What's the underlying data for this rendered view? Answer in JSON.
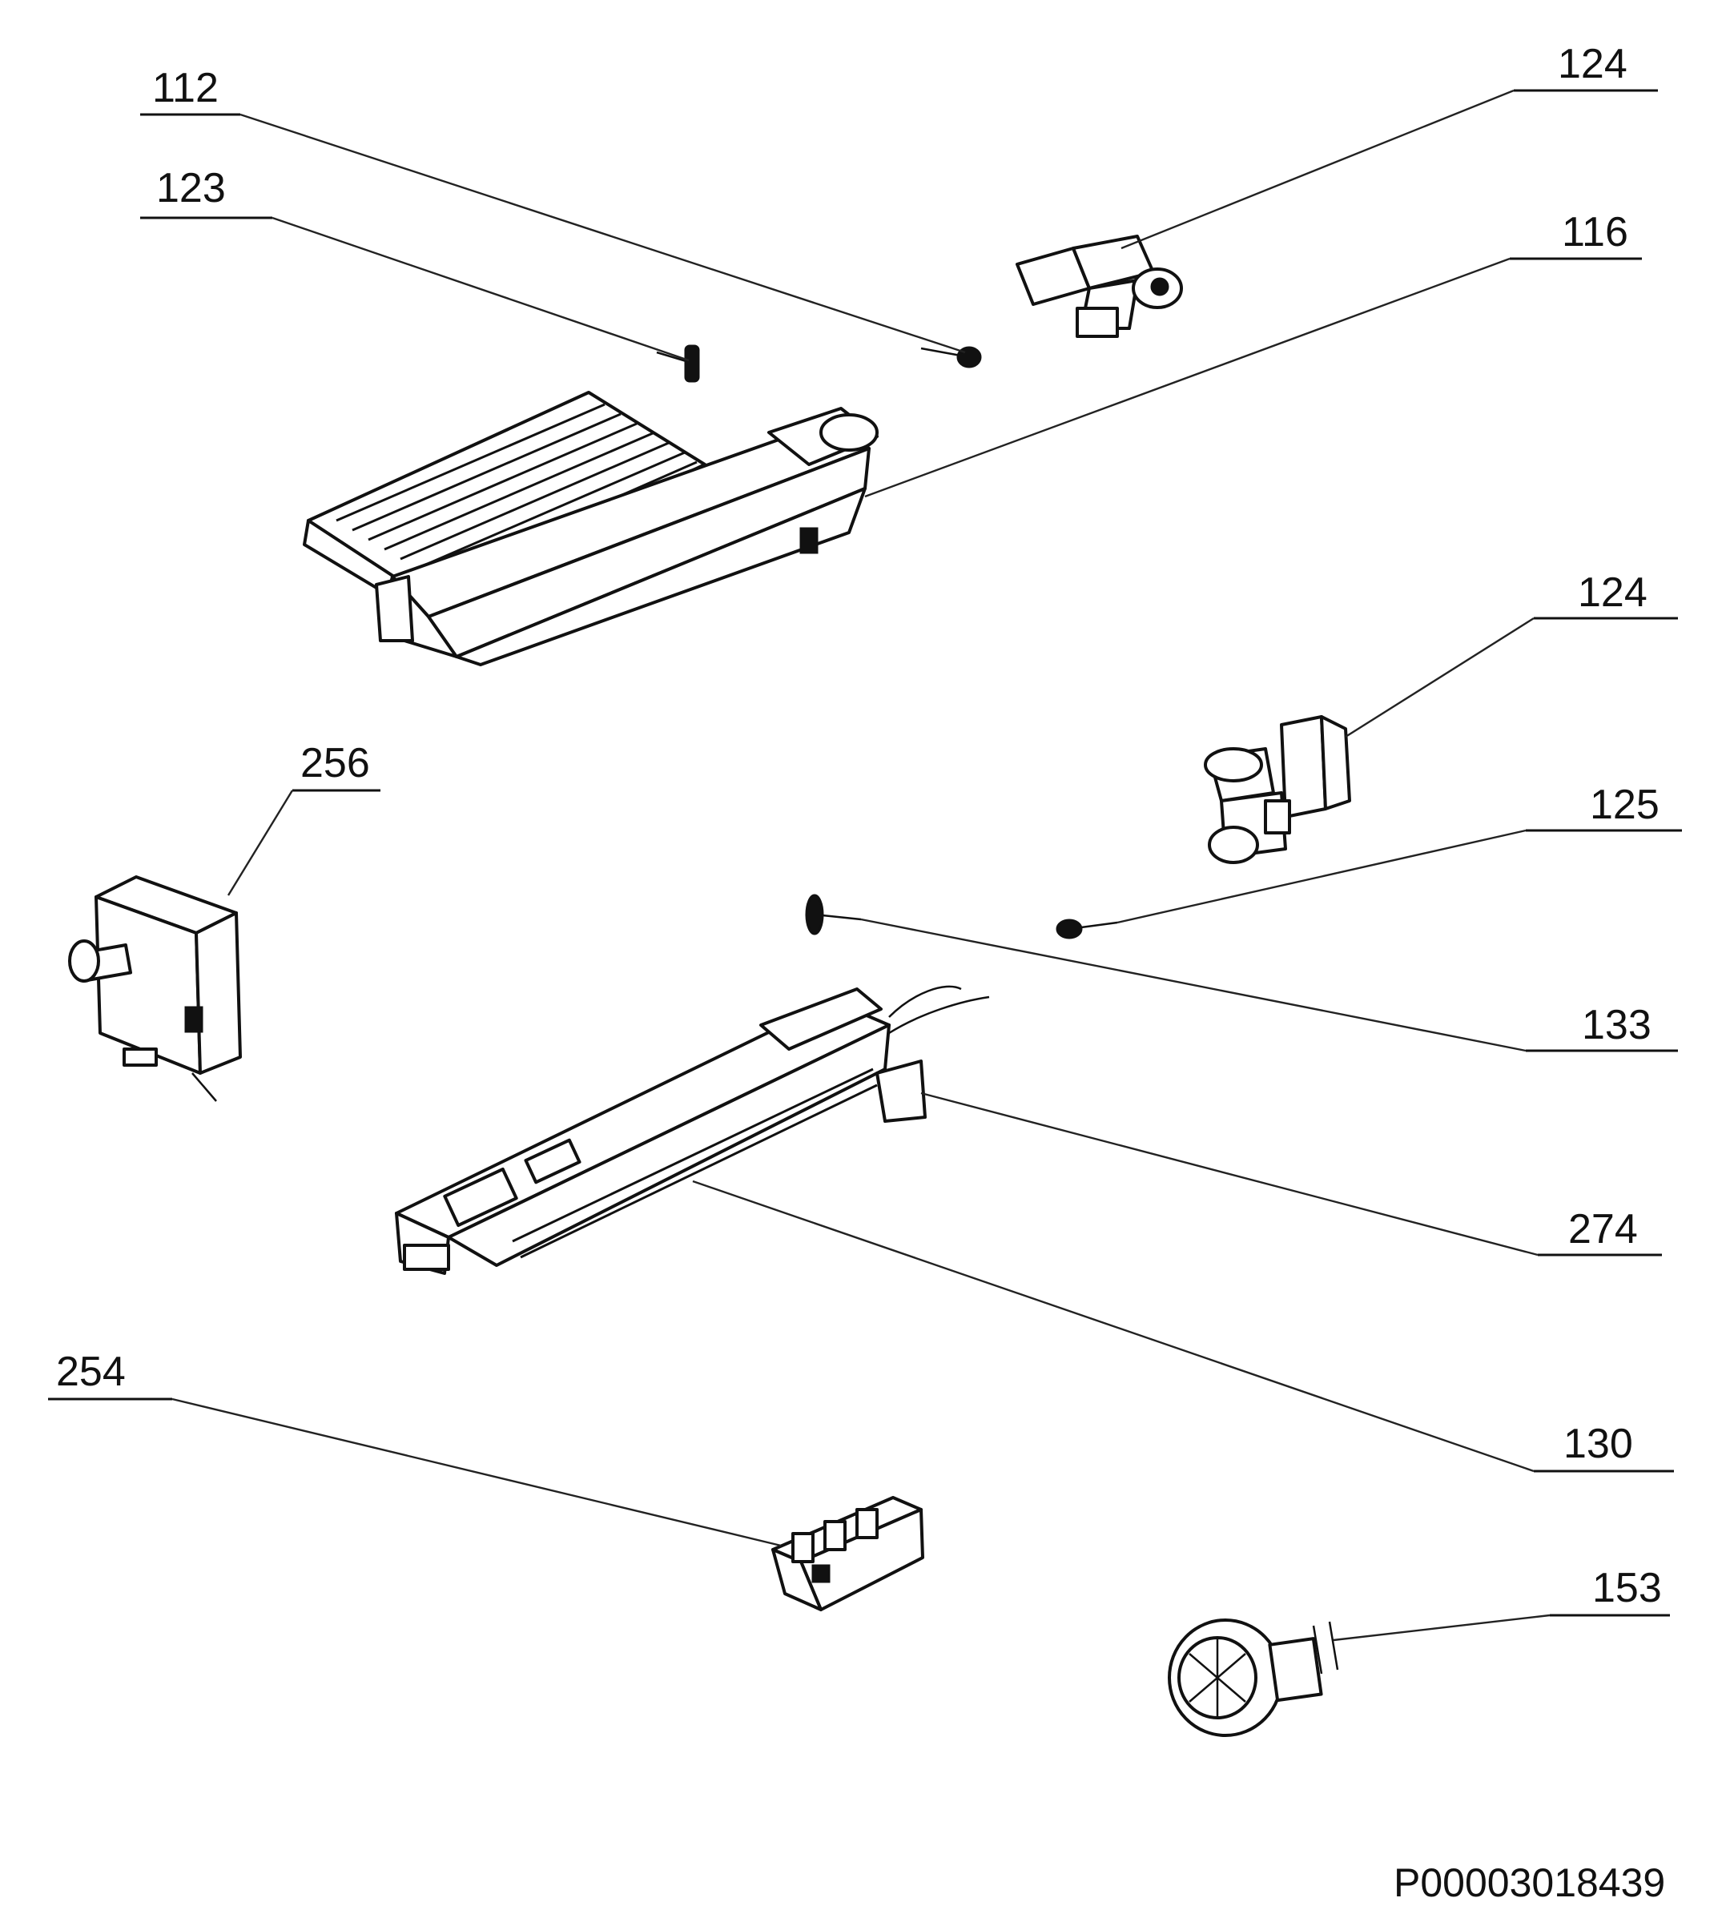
{
  "document_code": "P00003018439",
  "callouts": [
    {
      "id": "112",
      "label": "112"
    },
    {
      "id": "123",
      "label": "123"
    },
    {
      "id": "124a",
      "label": "124"
    },
    {
      "id": "116",
      "label": "116"
    },
    {
      "id": "124b",
      "label": "124"
    },
    {
      "id": "256",
      "label": "256"
    },
    {
      "id": "125",
      "label": "125"
    },
    {
      "id": "133",
      "label": "133"
    },
    {
      "id": "274",
      "label": "274"
    },
    {
      "id": "254",
      "label": "254"
    },
    {
      "id": "130",
      "label": "130"
    },
    {
      "id": "153",
      "label": "153"
    }
  ]
}
